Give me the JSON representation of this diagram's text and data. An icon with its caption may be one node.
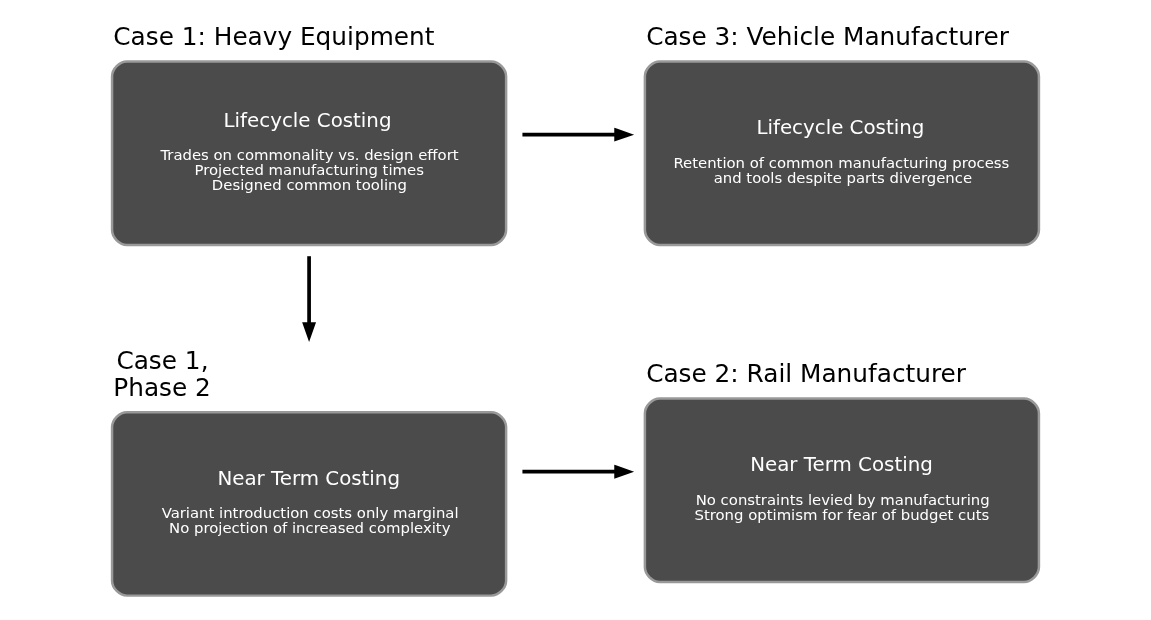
{
  "diagram": {
    "nodes": [
      {
        "text": [
          "Case 1: Heavy Equipment",
          "Lifecycle Costing",
          "Trades on commonality vs. design effort",
          "Projected manufacturing times",
          "Designed common tooling"
        ]
      },
      {
        "text": [
          "Case 3: Vehicle Manufacturer",
          "Lifecycle Costing",
          "Retention of common manufacturing process and tools despite parts divergence"
        ]
      },
      {
        "text": [
          "Case 1, Phase 2",
          "Near Term Costing",
          "Variant introduction costs only marginal",
          "No projection of increased complexity"
        ]
      },
      {
        "text": [
          "Case 2: Rail Manufacturer",
          "Near Term Costing",
          "No constraints levied by manufacturing",
          "Strong optimism for fear of budget cuts"
        ]
      }
    ],
    "edges": [
      {
        "from": 0,
        "to": 1,
        "arrow": "to"
      },
      {
        "from": 0,
        "to": 2,
        "arrow": "to"
      },
      {
        "from": 2,
        "to": 3,
        "arrow": "to"
      }
    ]
  }
}
